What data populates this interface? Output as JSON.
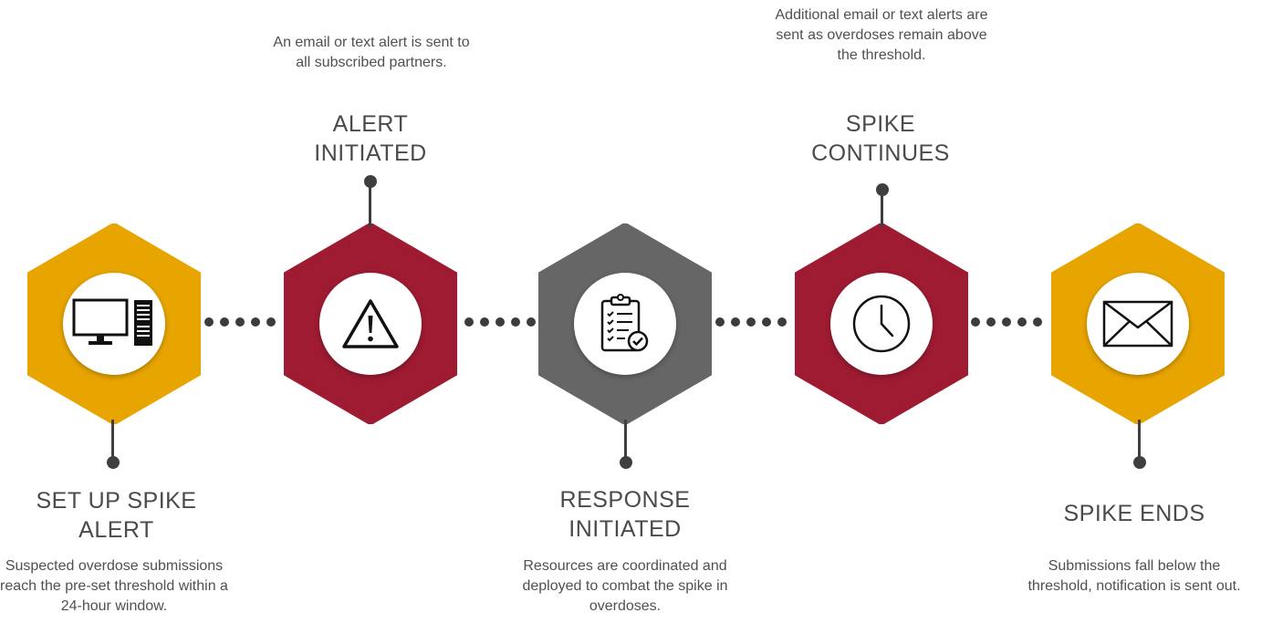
{
  "colors": {
    "gold": "#E8A500",
    "crimson": "#9E1B32",
    "gray": "#666666",
    "connector": "#3f3f3f"
  },
  "steps": [
    {
      "title_line1": "SET UP SPIKE",
      "title_line2": "ALERT",
      "description": "Suspected overdose submissions reach the pre-set threshold within a 24-hour window.",
      "icon": "computer-icon",
      "color": "gold"
    },
    {
      "title_line1": "ALERT",
      "title_line2": "INITIATED",
      "description": "An email or text alert is sent to all subscribed partners.",
      "icon": "warning-icon",
      "color": "crimson"
    },
    {
      "title_line1": "RESPONSE",
      "title_line2": "INITIATED",
      "description": "Resources are coordinated and deployed to combat the spike in overdoses.",
      "icon": "clipboard-checklist-icon",
      "color": "gray"
    },
    {
      "title_line1": "SPIKE",
      "title_line2": "CONTINUES",
      "description": "Additional email or text alerts are sent as overdoses remain above the threshold.",
      "icon": "clock-icon",
      "color": "crimson"
    },
    {
      "title_line1": "SPIKE ENDS",
      "title_line2": "",
      "description": "Submissions fall below the threshold, notification is sent out.",
      "icon": "envelope-icon",
      "color": "gold"
    }
  ]
}
